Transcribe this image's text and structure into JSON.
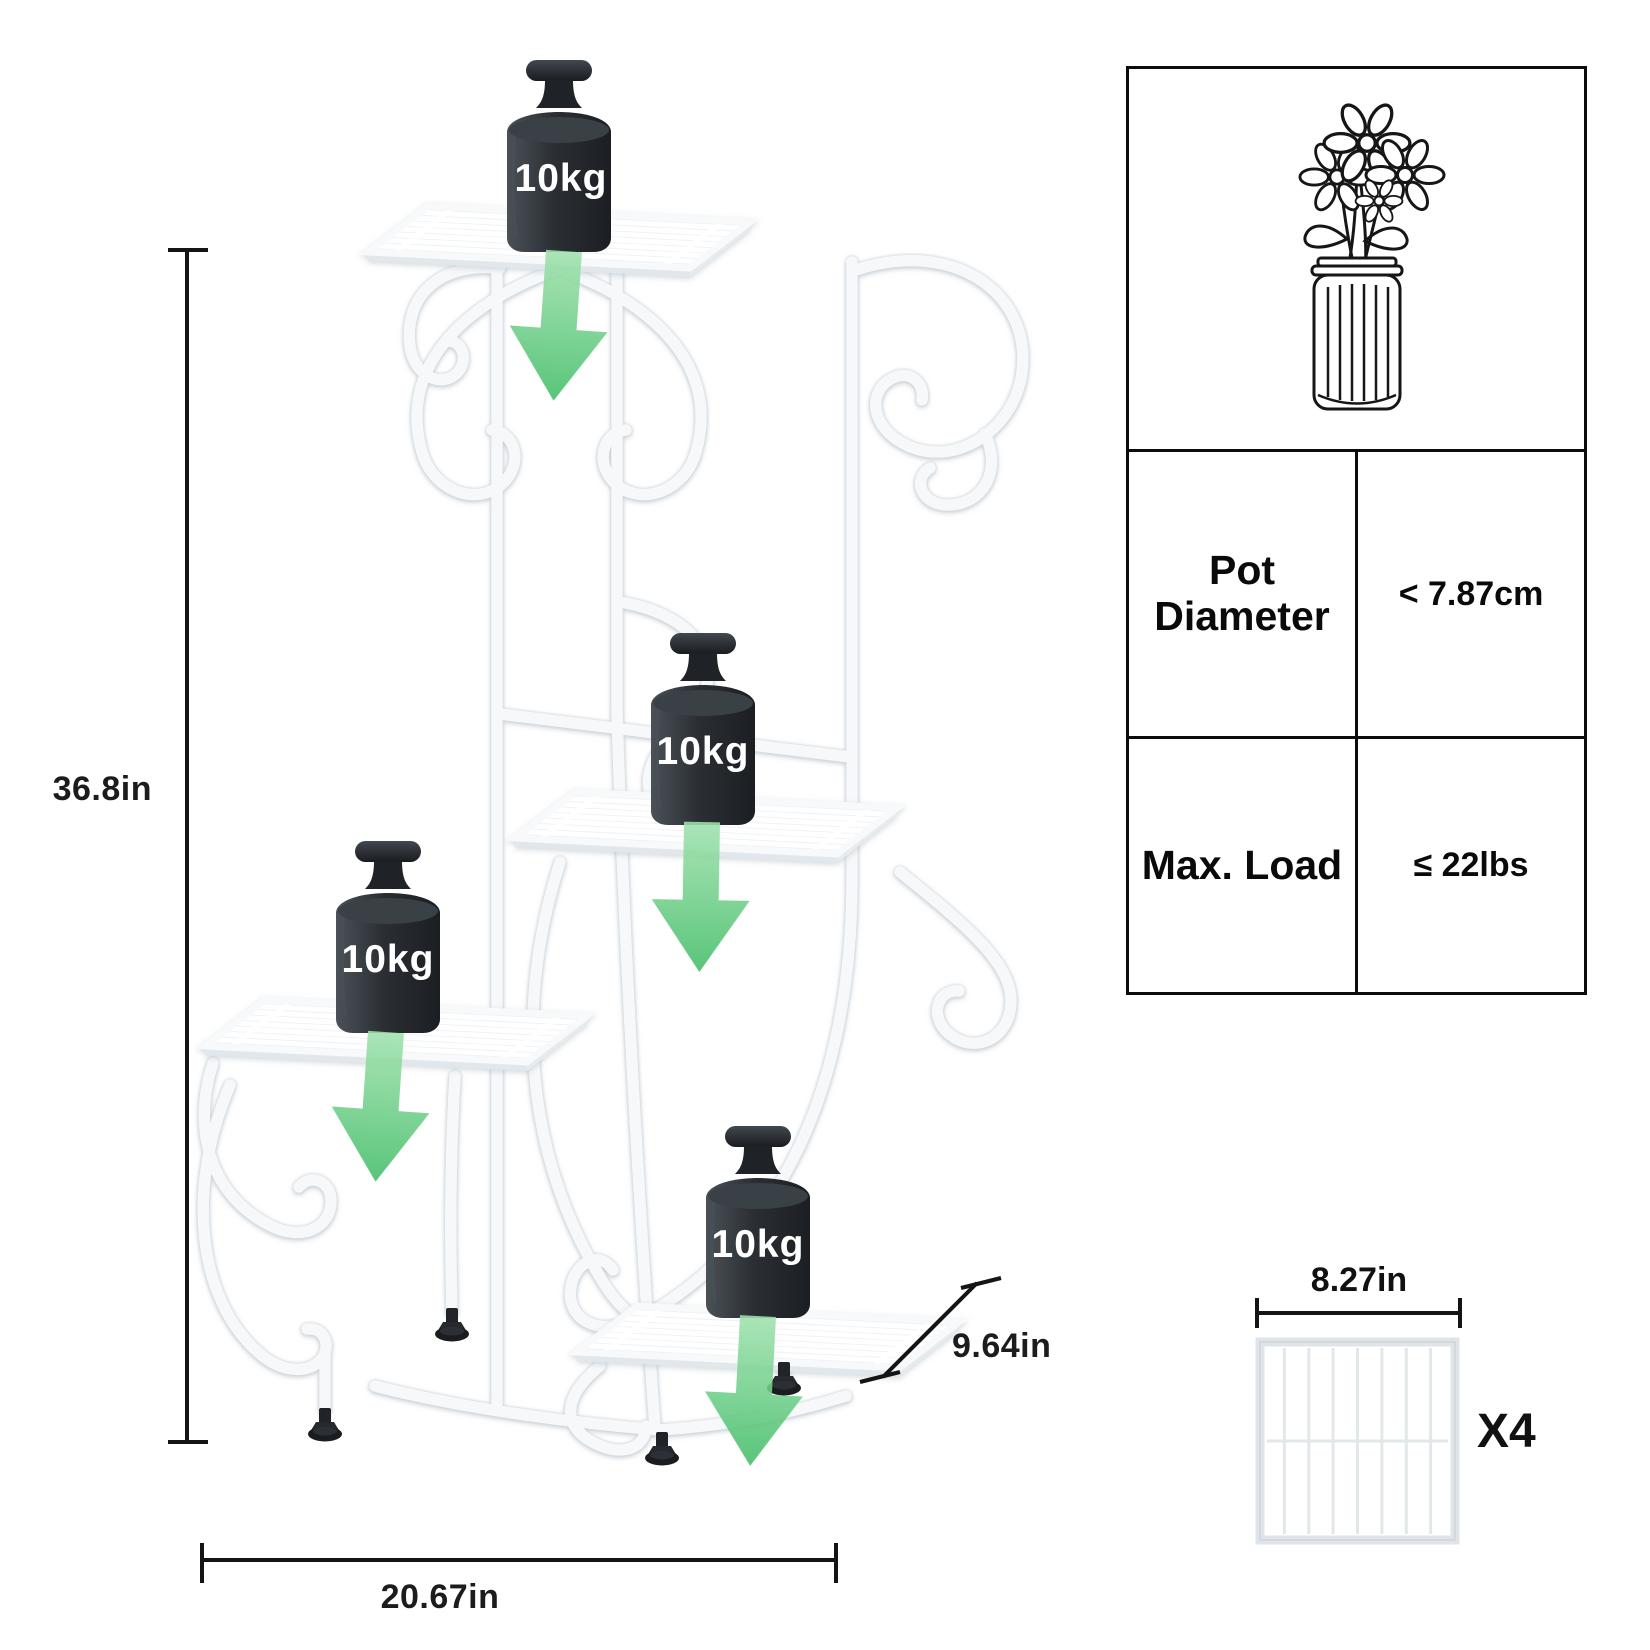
{
  "stand": {
    "weights": [
      {
        "label": "10kg"
      },
      {
        "label": "10kg"
      },
      {
        "label": "10kg"
      },
      {
        "label": "10kg"
      }
    ],
    "dimensions": {
      "height": "36.8in",
      "width": "20.67in",
      "depth": "9.64in"
    },
    "colors": {
      "arrow_green": "#63cc80",
      "weight_charcoal": "#25282d",
      "stand_white": "#f6f8fa",
      "dimension_black": "#141414"
    }
  },
  "spec_table": {
    "rows": [
      {
        "label": "Pot Diameter",
        "value": "< 7.87cm"
      },
      {
        "label": "Max. Load",
        "value": "≤ 22lbs"
      }
    ]
  },
  "shelf_panel": {
    "width_label": "8.27in",
    "count_label": "X4"
  }
}
